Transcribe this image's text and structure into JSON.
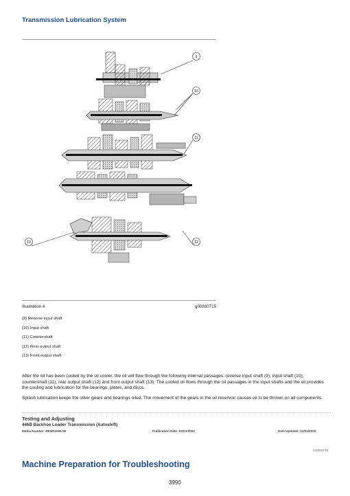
{
  "header": {
    "title": "Transmission Lubrication System"
  },
  "figure": {
    "callouts": [
      "9",
      "10",
      "11",
      "12",
      "13"
    ],
    "caption": "Illustration 4",
    "graphic_id": "g00830715"
  },
  "legend": [
    "(9) Reverse input shaft",
    "(10) Input shaft",
    "(11) Countershaft",
    "(12) Rear output shaft",
    "(13) Front output shaft"
  ],
  "body": {
    "p1": "After the oil has been cooled by the oil cooler, the oil will flow through the following internal passages: reverse input shaft (9), input shaft (10), countershaft (11), rear output shaft (12) and front output shaft (13). The cooled oil flows through the oil passages in the input shafts and the oil provides the cooling and lubrication for the bearings, plates, and discs.",
    "p2": "Splash lubrication keeps the other gears and bearings oiled. The movement of the gears in the oil reservoir causes oil to be thrown on all components."
  },
  "footer": {
    "section": "Testing and Adjusting",
    "subtitle": "446B Backhoe Loader Transmission (Autoshift)",
    "media": "Media Number -RENR2566-00",
    "publication": "Publication Date -01/01/2002",
    "updated": "Date Updated -12/01/2002",
    "doc_id": "i01560775"
  },
  "next_section": "Machine Preparation for Troubleshooting",
  "page_number": "3990"
}
